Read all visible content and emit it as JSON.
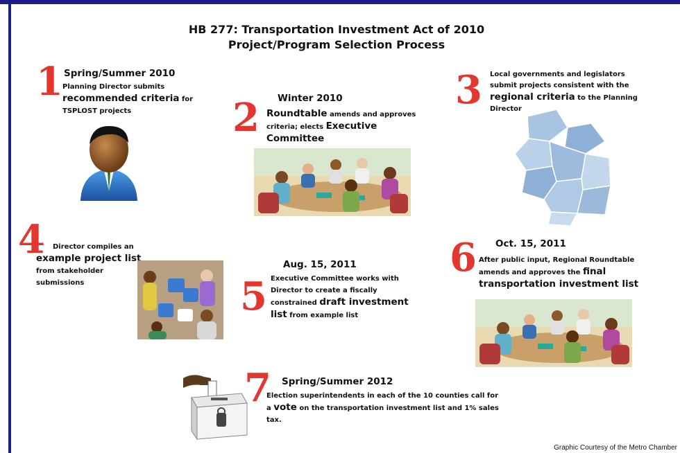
{
  "title": {
    "line1": "HB 277: Transportation Investment Act of 2010",
    "line2": "Project/Program Selection Process"
  },
  "steps": [
    {
      "number": "1",
      "heading": "Spring/Summer 2010",
      "pre": "Planning Director submits",
      "bold": "recommended criteria",
      "post": "for TSPLOST projects",
      "image": "person-icon"
    },
    {
      "number": "2",
      "heading": "Winter 2010",
      "bold1": "Roundtable",
      "mid": "amends and approves criteria; elects",
      "bold2": "Executive Committee",
      "image": "meeting-table-icon"
    },
    {
      "number": "3",
      "pre": "Local governments and legislators submit projects consistent with the",
      "bold": "regional criteria",
      "post": "to the Planning Director",
      "image": "region-map-icon"
    },
    {
      "number": "4",
      "pre": "Director compiles an",
      "bold": "example project list",
      "post": "from stakeholder submissions",
      "image": "puzzle-team-icon"
    },
    {
      "number": "5",
      "heading": "Aug. 15, 2011",
      "pre": "Executive Committee works with Director to create a fiscally constrained",
      "bold": "draft investment list",
      "post": "from example list"
    },
    {
      "number": "6",
      "heading": "Oct. 15, 2011",
      "pre": "After public input, Regional Roundtable amends and approves the",
      "bold1": "final",
      "bold2": "transportation investment list",
      "image": "meeting-table-icon"
    },
    {
      "number": "7",
      "heading": "Spring/Summer 2012",
      "pre": "Election superintendents in each of the 10 counties call for a",
      "bold": "vote",
      "post": "on the transportation investment list and 1% sales tax.",
      "image": "ballot-box-icon"
    }
  ],
  "credit": "Graphic Courtesy of the Metro Chamber",
  "colors": {
    "accent": "#e2372e",
    "frame": "#1c1f8a"
  }
}
